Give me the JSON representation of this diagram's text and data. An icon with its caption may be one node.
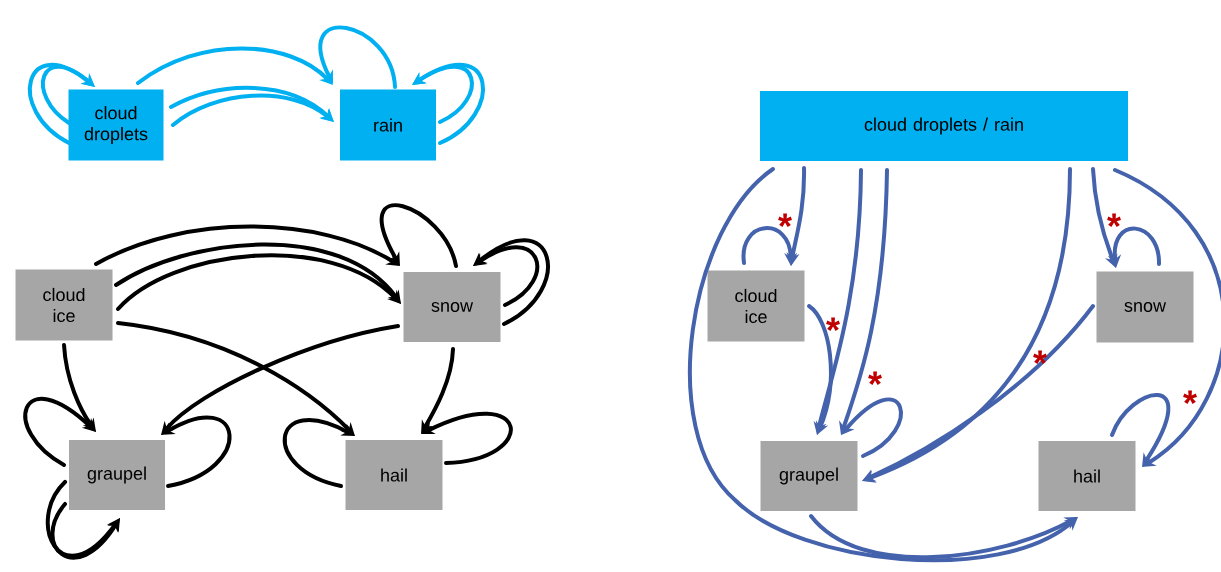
{
  "diagram": {
    "nodes": [
      {
        "text": [
          "cloud droplets"
        ]
      },
      {
        "text": [
          "rain"
        ]
      },
      {
        "text": [
          "cloud ice"
        ]
      },
      {
        "text": [
          "snow"
        ]
      },
      {
        "text": [
          "graupel"
        ]
      },
      {
        "text": [
          "hail"
        ]
      },
      {
        "text": [
          "cloud droplets / rain"
        ]
      },
      {
        "text": [
          "cloud ice"
        ]
      },
      {
        "text": [
          "snow"
        ]
      },
      {
        "text": [
          "graupel"
        ]
      },
      {
        "text": [
          "hail"
        ]
      }
    ],
    "edges": [
      {
        "from": 0,
        "to": 0,
        "arrow": "to",
        "color": "#00b0f0"
      },
      {
        "from": 0,
        "to": 0,
        "arrow": "to",
        "color": "#00b0f0"
      },
      {
        "from": 0,
        "to": 1,
        "arrow": "to",
        "color": "#00b0f0"
      },
      {
        "from": 0,
        "to": 1,
        "arrow": "to",
        "color": "#00b0f0"
      },
      {
        "from": 0,
        "to": 1,
        "arrow": "to",
        "color": "#00b0f0"
      },
      {
        "from": 1,
        "to": 1,
        "arrow": "to",
        "color": "#00b0f0"
      },
      {
        "from": 1,
        "to": 1,
        "arrow": "to",
        "color": "#00b0f0"
      },
      {
        "from": 1,
        "to": 1,
        "arrow": "to",
        "color": "#00b0f0"
      },
      {
        "from": 2,
        "to": 3,
        "arrow": "to"
      },
      {
        "from": 2,
        "to": 3,
        "arrow": "to"
      },
      {
        "from": 2,
        "to": 3,
        "arrow": "to"
      },
      {
        "from": 3,
        "to": 3,
        "arrow": "to"
      },
      {
        "from": 3,
        "to": 3,
        "arrow": "to"
      },
      {
        "from": 3,
        "to": 3,
        "arrow": "to"
      },
      {
        "from": 2,
        "to": 5,
        "arrow": "to"
      },
      {
        "from": 3,
        "to": 4,
        "arrow": "to"
      },
      {
        "from": 2,
        "to": 4,
        "arrow": "to"
      },
      {
        "from": 4,
        "to": 4,
        "arrow": "to"
      },
      {
        "from": 4,
        "to": 4,
        "arrow": "to"
      },
      {
        "from": 4,
        "to": 4,
        "arrow": "to"
      },
      {
        "from": 4,
        "to": 4,
        "arrow": "to"
      },
      {
        "from": 3,
        "to": 5,
        "arrow": "to"
      },
      {
        "from": 5,
        "to": 5,
        "arrow": "to"
      },
      {
        "from": 5,
        "to": 5,
        "arrow": "to"
      },
      {
        "from": 6,
        "to": 10,
        "arrow": "to",
        "color": "#4463ac"
      },
      {
        "from": 9,
        "to": 10,
        "arrow": "to",
        "color": "#4463ac"
      },
      {
        "from": 6,
        "to": 7,
        "arrow": "to",
        "color": "#4463ac"
      },
      {
        "from": 7,
        "to": 7,
        "arrow": "to",
        "color": "#4463ac",
        "label": "*"
      },
      {
        "from": 6,
        "to": 9,
        "arrow": "to",
        "color": "#4463ac"
      },
      {
        "from": 6,
        "to": 9,
        "arrow": "to",
        "color": "#4463ac"
      },
      {
        "from": 7,
        "to": 9,
        "arrow": "to",
        "color": "#4463ac",
        "label": "*"
      },
      {
        "from": 9,
        "to": 9,
        "arrow": "to",
        "color": "#4463ac",
        "label": "*"
      },
      {
        "from": 6,
        "to": 9,
        "arrow": "to",
        "color": "#4463ac"
      },
      {
        "from": 8,
        "to": 9,
        "arrow": "to",
        "color": "#4463ac",
        "label": "*"
      },
      {
        "from": 6,
        "to": 8,
        "arrow": "to",
        "color": "#4463ac"
      },
      {
        "from": 8,
        "to": 8,
        "arrow": "to",
        "color": "#4463ac",
        "label": "*"
      },
      {
        "from": 6,
        "to": 10,
        "arrow": "to",
        "color": "#4463ac"
      },
      {
        "from": 10,
        "to": 10,
        "arrow": "to",
        "color": "#4463ac",
        "label": "*"
      }
    ]
  }
}
